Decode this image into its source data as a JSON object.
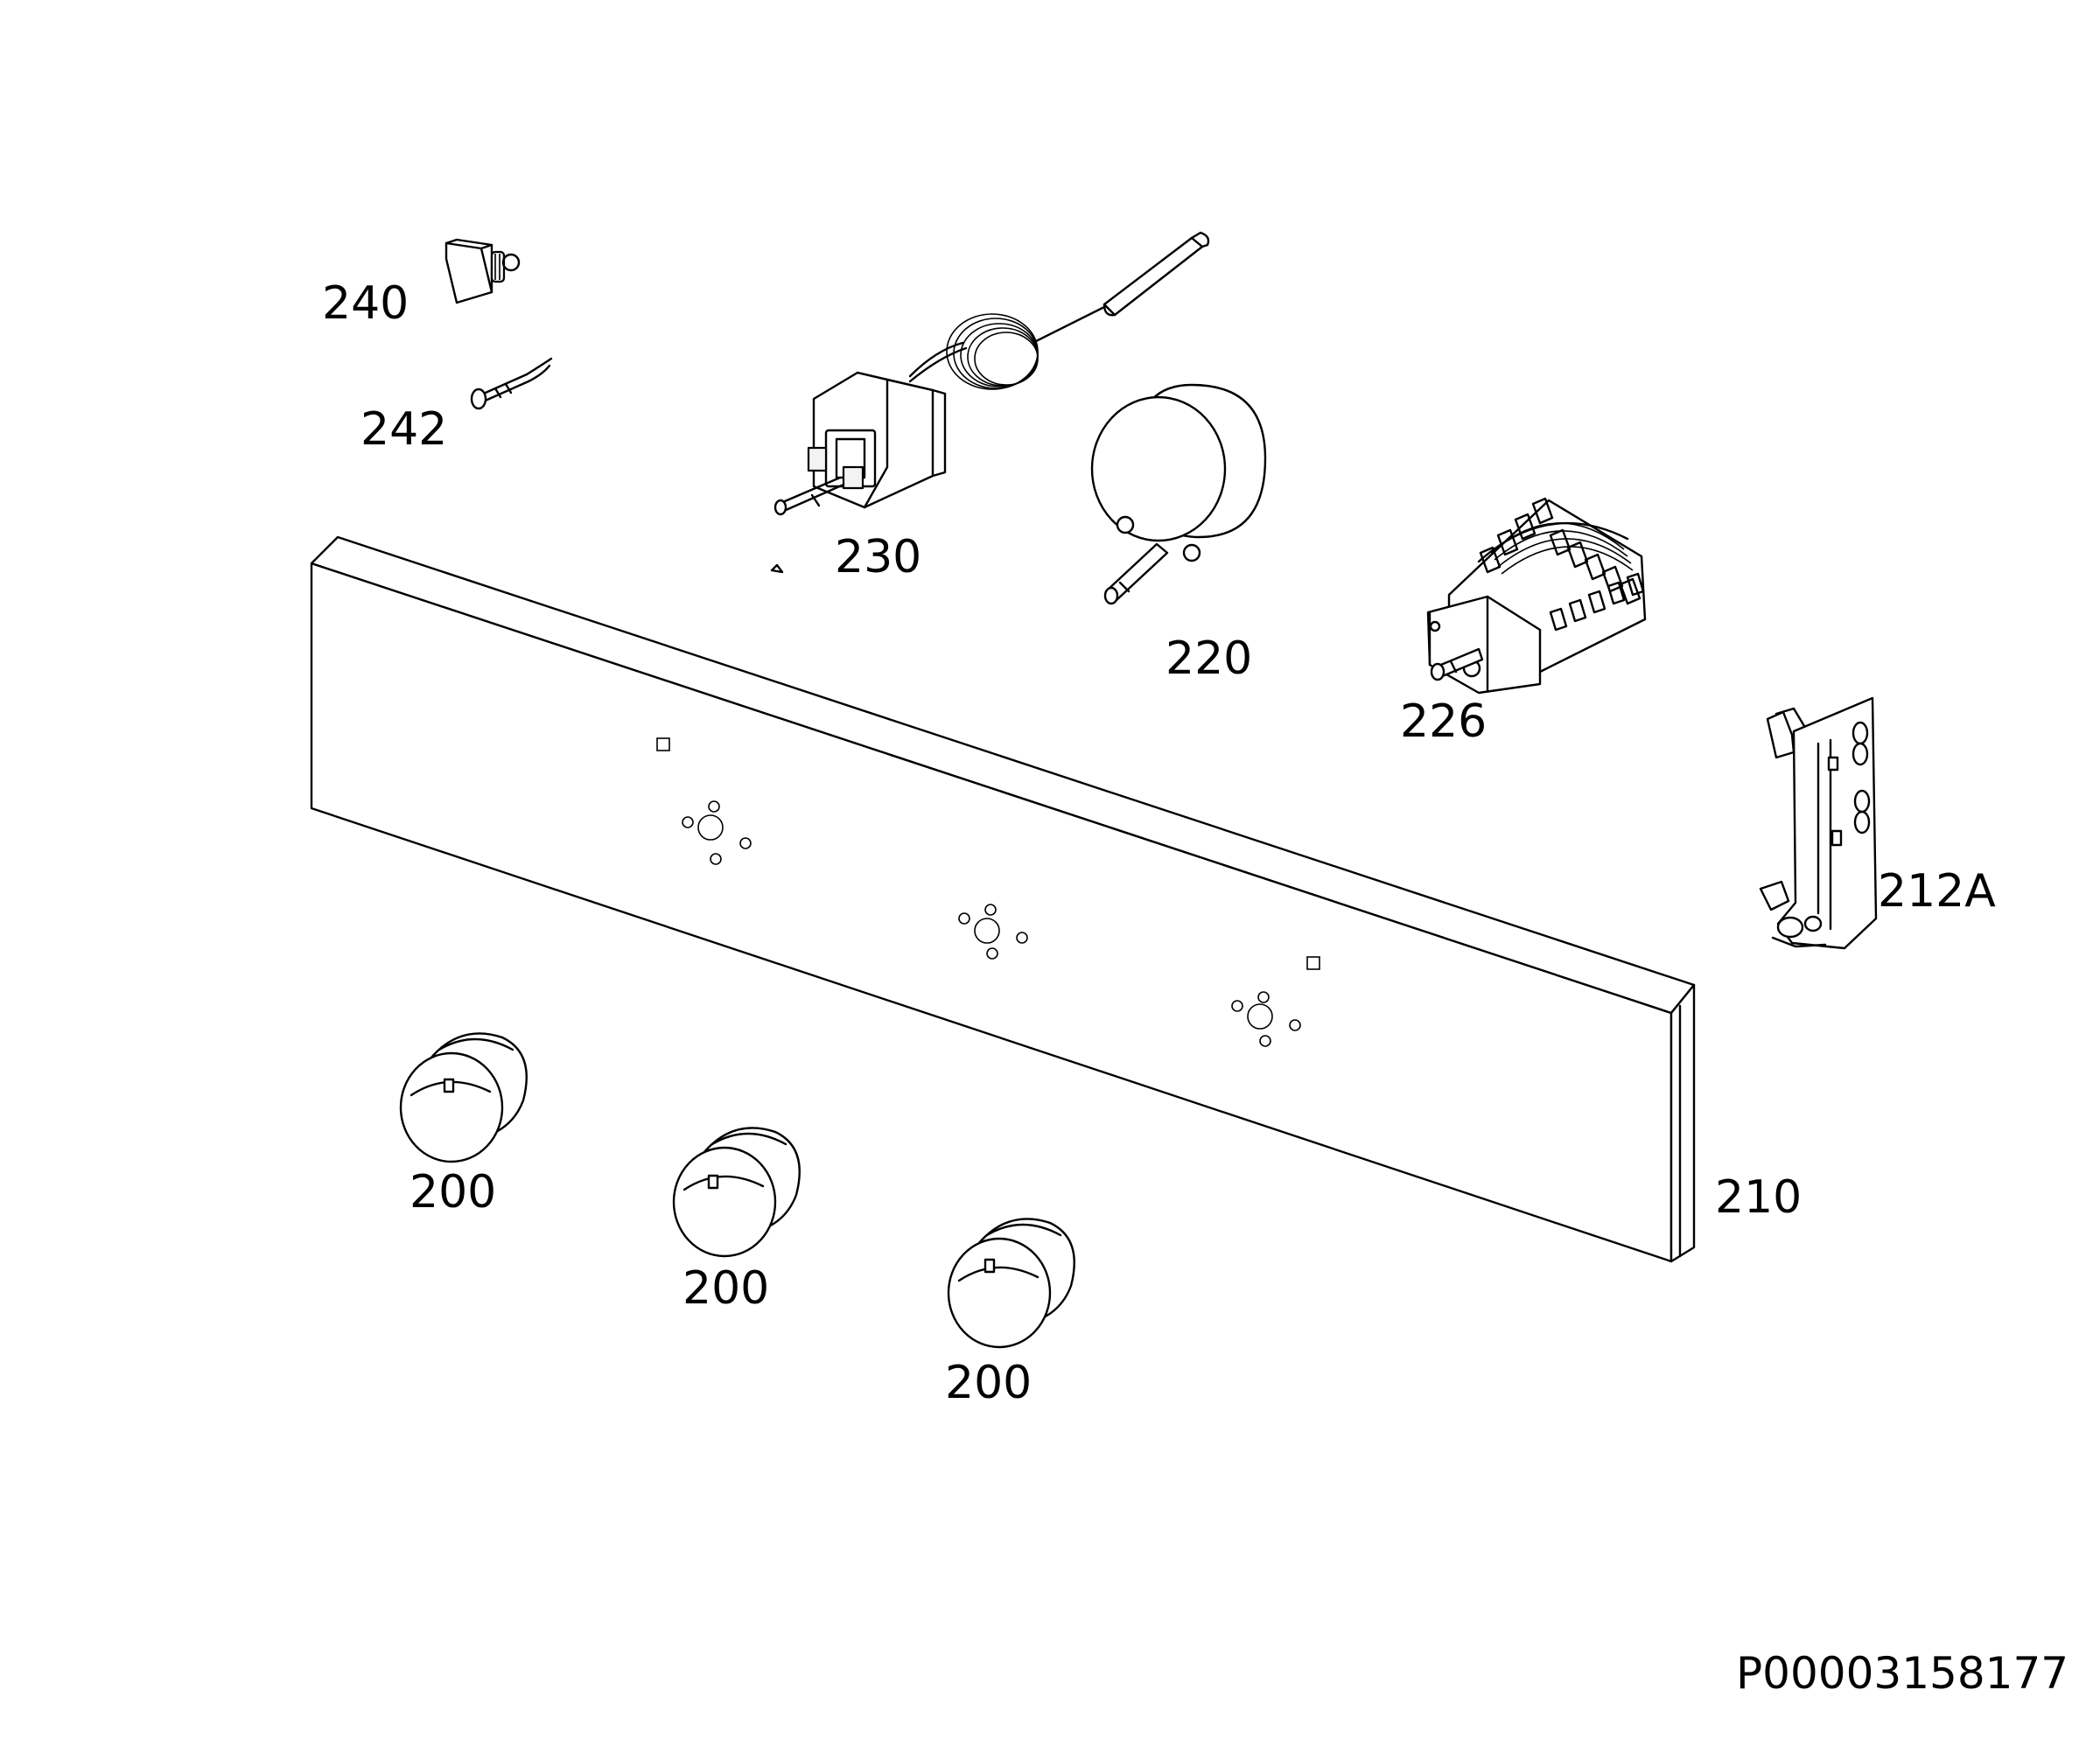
{
  "labels": {
    "p240": "240",
    "p242": "242",
    "p230": "230",
    "p220": "220",
    "p226": "226",
    "p212a": "212A",
    "p210": "210",
    "p200a": "200",
    "p200b": "200",
    "p200c": "200"
  },
  "document_number": "P00003158177"
}
